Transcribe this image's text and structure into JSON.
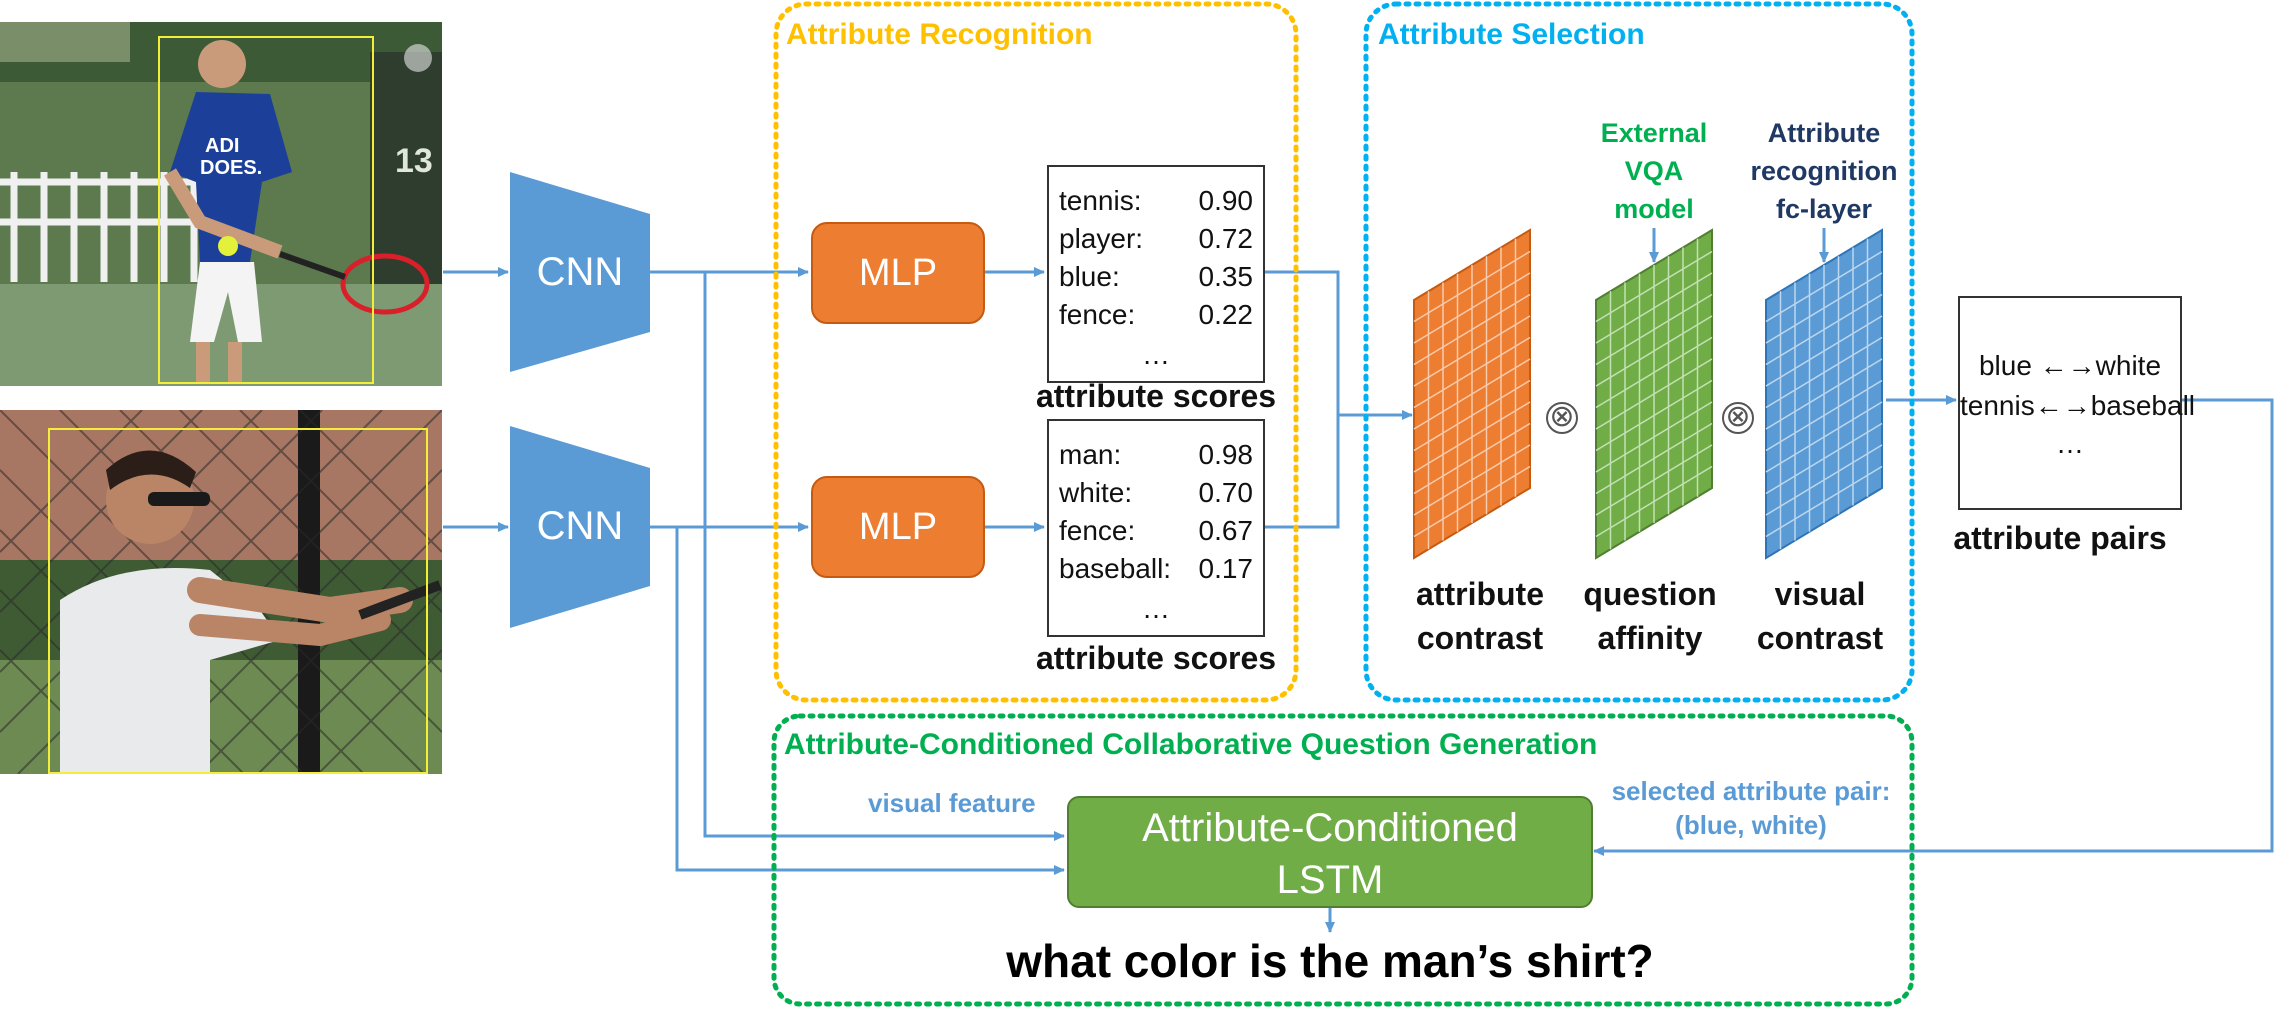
{
  "colors": {
    "flow_arrow": "#5b9bd5",
    "recognition_border": "#ffc000",
    "selection_border": "#00b0f0",
    "generation_border": "#00b050",
    "mlp_fill": "#ed7d31",
    "cnn_fill": "#5b9bd5",
    "lstm_fill": "#70ad47",
    "vqa_label": "#00b050",
    "fc_label": "#1f3864",
    "grid_orange": "#ed7d31",
    "grid_green": "#70ad47",
    "grid_blue": "#5b9bd5"
  },
  "inputs": {
    "images": [
      {
        "name": "tennis-player-photo",
        "subject": "player in blue shirt hitting tennis ball"
      },
      {
        "name": "baseball-batter-photo",
        "subject": "man in white shirt swinging bat behind fence"
      }
    ],
    "cnn_label": "CNN"
  },
  "recognition": {
    "title": "Attribute Recognition",
    "mlp_label": "MLP",
    "score_caption": "attribute scores",
    "ellipsis": "…",
    "top_scores": [
      {
        "name": "tennis:",
        "value": "0.90"
      },
      {
        "name": "player:",
        "value": "0.72"
      },
      {
        "name": "blue:",
        "value": "0.35"
      },
      {
        "name": "fence:",
        "value": "0.22"
      }
    ],
    "bottom_scores": [
      {
        "name": "man:",
        "value": "0.98"
      },
      {
        "name": "white:",
        "value": "0.70"
      },
      {
        "name": "fence:",
        "value": "0.67"
      },
      {
        "name": "baseball:",
        "value": "0.17"
      }
    ]
  },
  "selection": {
    "title": "Attribute Selection",
    "external_vqa": [
      "External",
      "VQA",
      "model"
    ],
    "fc_layer": [
      "Attribute",
      "recognition",
      "fc-layer"
    ],
    "contrast_caption": [
      "attribute",
      "contrast"
    ],
    "affinity_caption": [
      "question",
      "affinity"
    ],
    "visual_caption": [
      "visual",
      "contrast"
    ],
    "otimes": "⊗"
  },
  "pairs": {
    "rows": [
      {
        "left": "blue",
        "arrow": "←→",
        "right": "white"
      },
      {
        "left": "tennis",
        "arrow": "←→",
        "right": "baseball"
      }
    ],
    "ellipsis": "…",
    "caption": "attribute pairs"
  },
  "generation": {
    "title": "Attribute-Conditioned Collaborative Question Generation",
    "visual_feature": "visual feature",
    "selected_pair_line1": "selected attribute pair:",
    "selected_pair_line2": "(blue, white)",
    "lstm_line1": "Attribute-Conditioned",
    "lstm_line2": "LSTM",
    "question": "what color is the man’s shirt?"
  }
}
